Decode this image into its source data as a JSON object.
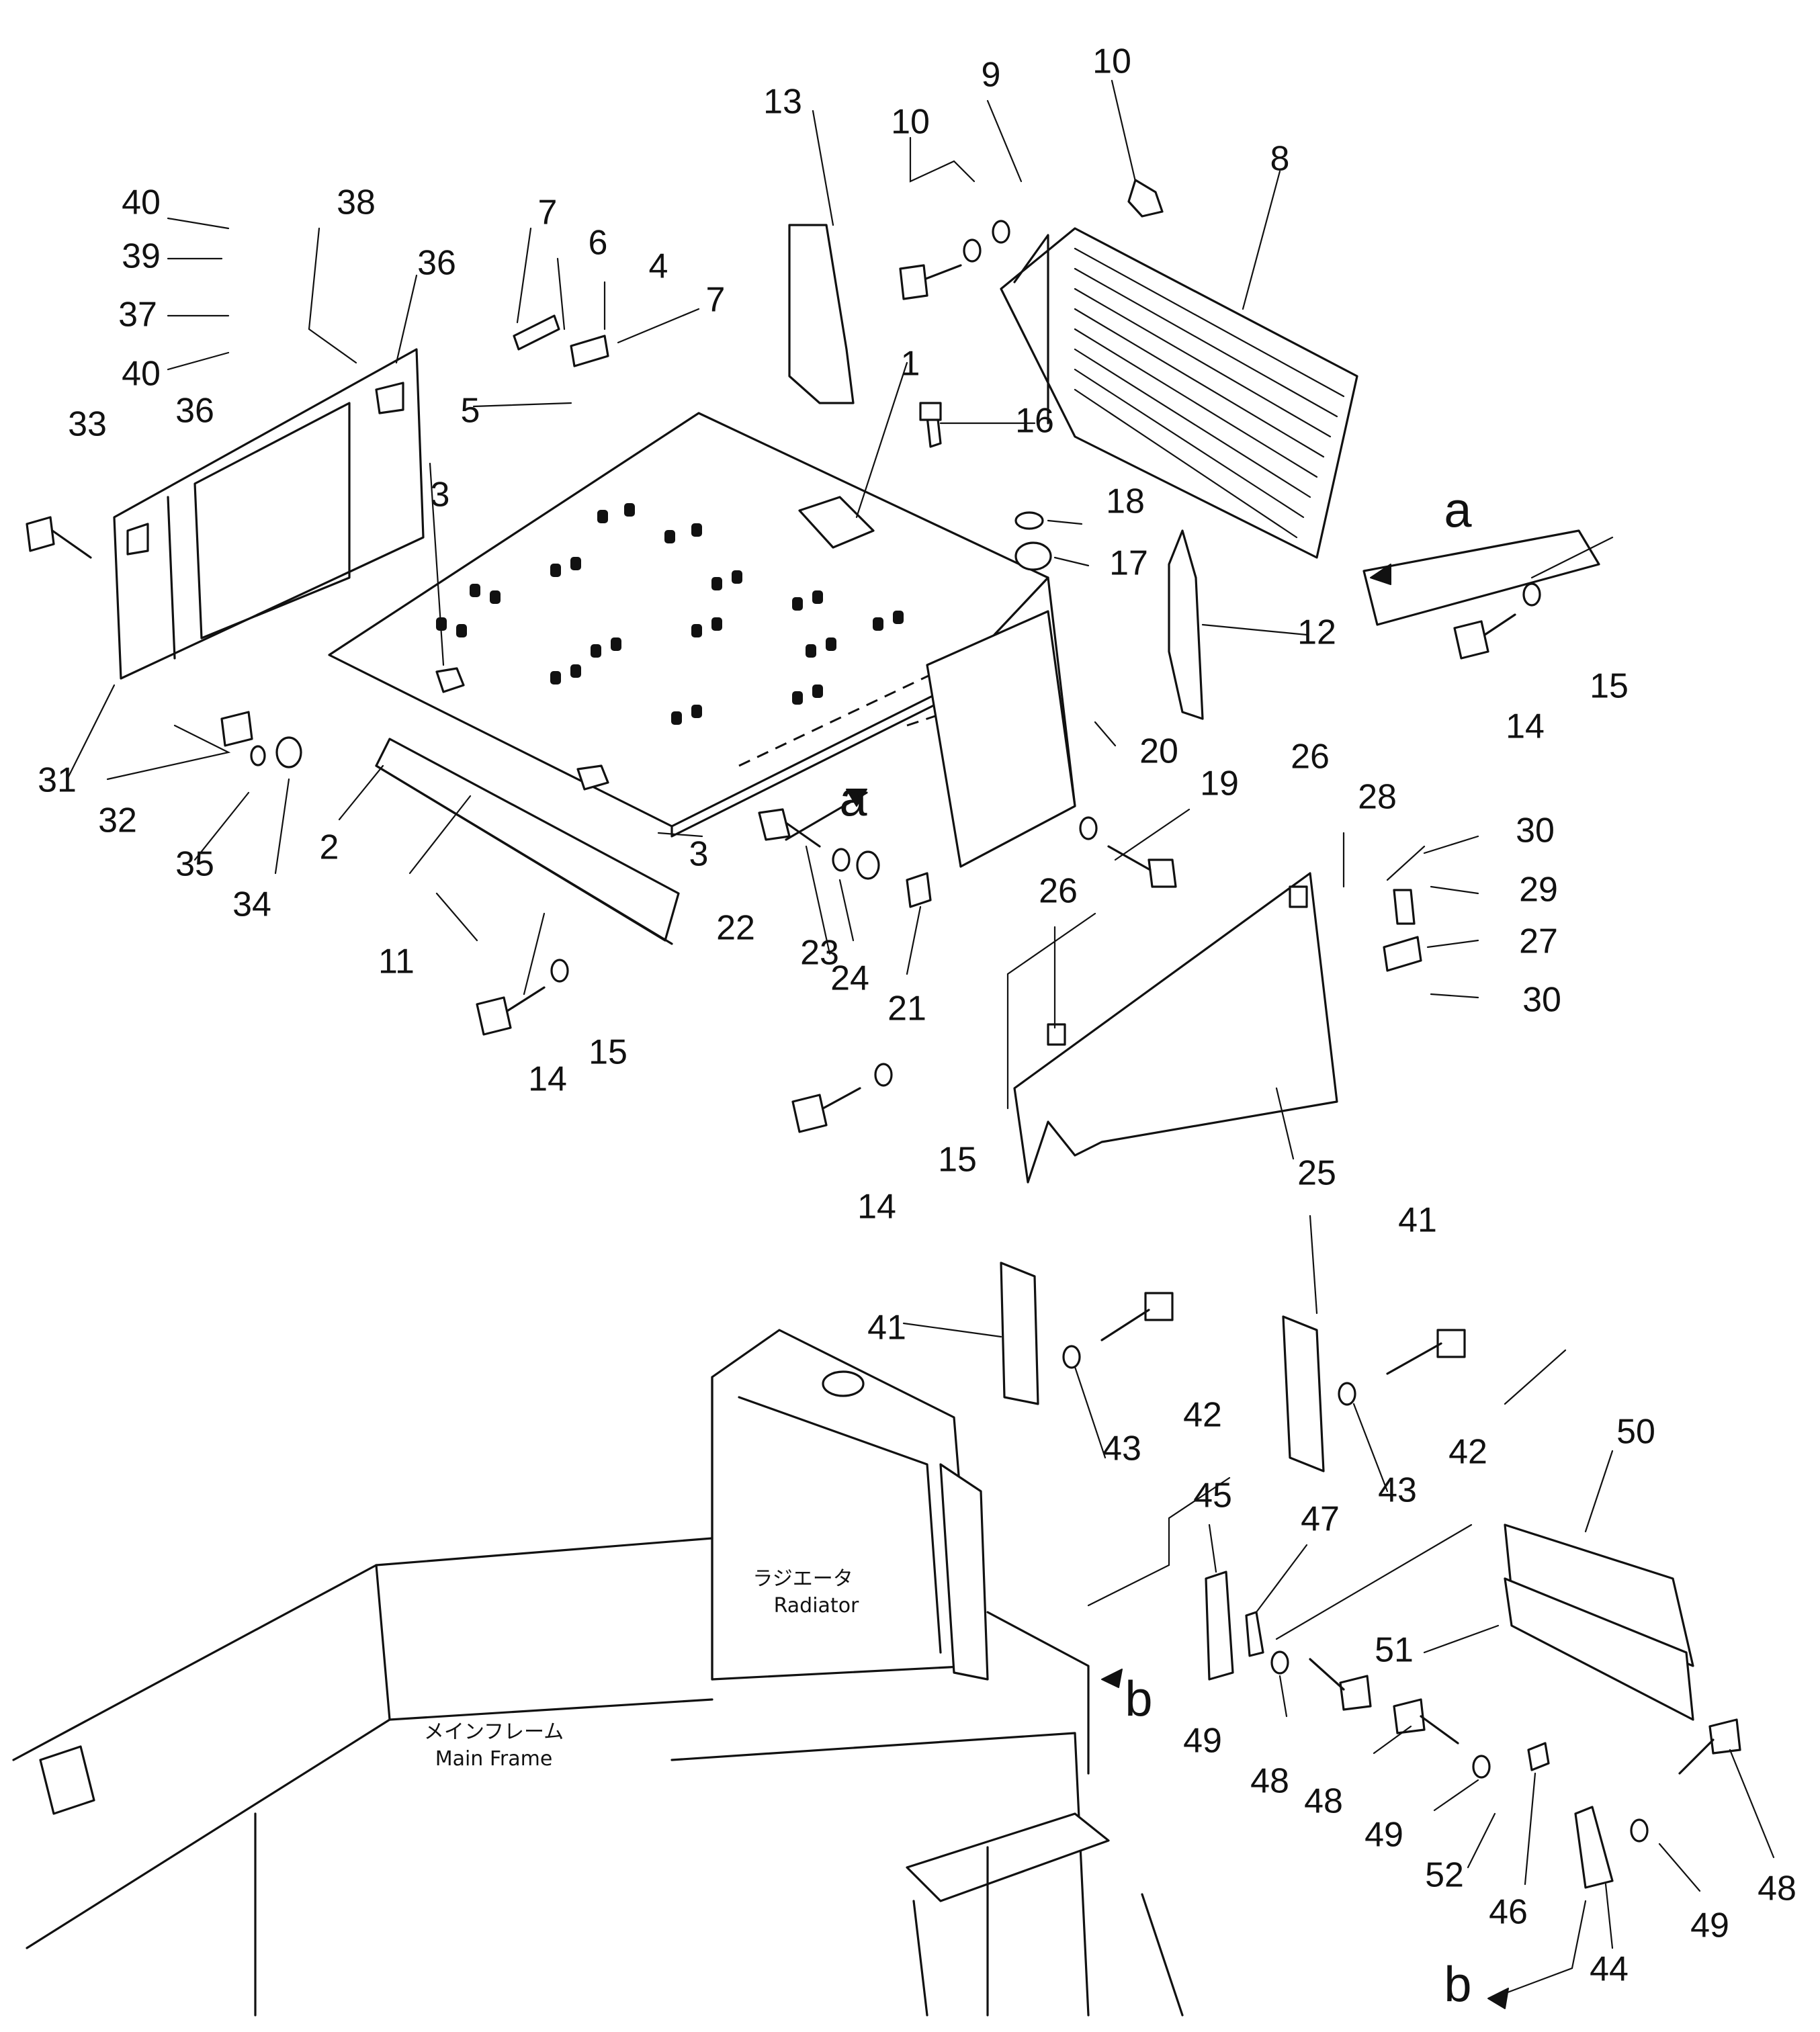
{
  "callouts": [
    {
      "n": "1"
    },
    {
      "n": "2"
    },
    {
      "n": "3"
    },
    {
      "n": "3"
    },
    {
      "n": "4"
    },
    {
      "n": "5"
    },
    {
      "n": "6"
    },
    {
      "n": "7"
    },
    {
      "n": "7"
    },
    {
      "n": "8"
    },
    {
      "n": "9"
    },
    {
      "n": "10"
    },
    {
      "n": "10"
    },
    {
      "n": "11"
    },
    {
      "n": "12"
    },
    {
      "n": "13"
    },
    {
      "n": "14"
    },
    {
      "n": "14"
    },
    {
      "n": "14"
    },
    {
      "n": "15"
    },
    {
      "n": "15"
    },
    {
      "n": "15"
    },
    {
      "n": "16"
    },
    {
      "n": "17"
    },
    {
      "n": "18"
    },
    {
      "n": "19"
    },
    {
      "n": "20"
    },
    {
      "n": "21"
    },
    {
      "n": "22"
    },
    {
      "n": "23"
    },
    {
      "n": "24"
    },
    {
      "n": "25"
    },
    {
      "n": "26"
    },
    {
      "n": "26"
    },
    {
      "n": "27"
    },
    {
      "n": "28"
    },
    {
      "n": "29"
    },
    {
      "n": "30"
    },
    {
      "n": "30"
    },
    {
      "n": "31"
    },
    {
      "n": "32"
    },
    {
      "n": "33"
    },
    {
      "n": "34"
    },
    {
      "n": "35"
    },
    {
      "n": "36"
    },
    {
      "n": "36"
    },
    {
      "n": "37"
    },
    {
      "n": "38"
    },
    {
      "n": "39"
    },
    {
      "n": "40"
    },
    {
      "n": "40"
    },
    {
      "n": "41"
    },
    {
      "n": "41"
    },
    {
      "n": "42"
    },
    {
      "n": "42"
    },
    {
      "n": "43"
    },
    {
      "n": "43"
    },
    {
      "n": "44"
    },
    {
      "n": "45"
    },
    {
      "n": "46"
    },
    {
      "n": "47"
    },
    {
      "n": "48"
    },
    {
      "n": "48"
    },
    {
      "n": "48"
    },
    {
      "n": "49"
    },
    {
      "n": "49"
    },
    {
      "n": "49"
    },
    {
      "n": "50"
    },
    {
      "n": "51"
    },
    {
      "n": "52"
    }
  ],
  "view_markers": [
    "a",
    "a",
    "b",
    "b"
  ],
  "captions": {
    "radiator_jp": "ラジエータ",
    "radiator_en": "Radiator",
    "frame_jp": "メインフレーム",
    "frame_en": "Main Frame"
  }
}
